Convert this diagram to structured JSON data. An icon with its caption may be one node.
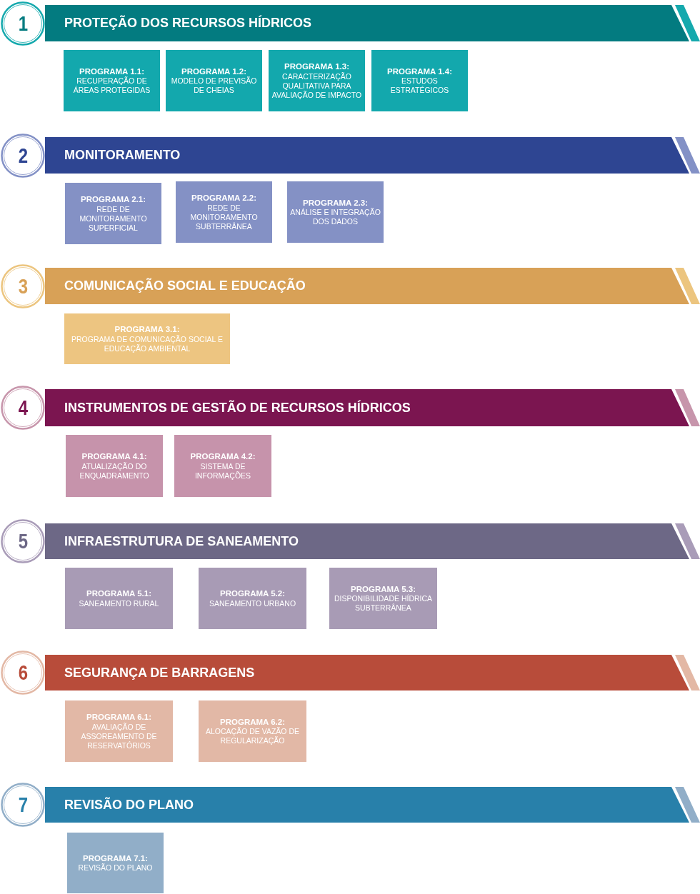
{
  "diagram": {
    "nodes": [
      {
        "text": [
          "1"
        ]
      },
      {
        "text": [
          "PROTEÇÃO DOS RECURSOS HÍDRICOS"
        ]
      },
      {
        "text": [
          "PROGRAMA 1.1:",
          "RECUPERAÇÃO DE ÁREAS PROTEGIDAS"
        ]
      },
      {
        "text": [
          "PROGRAMA 1.2:",
          "MODELO DE PREVISÃO DE CHEIAS"
        ]
      },
      {
        "text": [
          "PROGRAMA 1.3:",
          "CARACTERIZAÇÃO QUALITATIVA PARA AVALIAÇÃO DE IMPACTO"
        ]
      },
      {
        "text": [
          "PROGRAMA 1.4:",
          "ESTUDOS ESTRATÉGICOS"
        ]
      },
      {
        "text": [
          "2"
        ]
      },
      {
        "text": [
          "MONITORAMENTO"
        ]
      },
      {
        "text": [
          "PROGRAMA 2.1:",
          "REDE DE MONITORAMENTO SUPERFICIAL"
        ]
      },
      {
        "text": [
          "PROGRAMA 2.2:",
          "REDE DE MONITORAMENTO SUBTERRÂNEA"
        ]
      },
      {
        "text": [
          "PROGRAMA 2.3:",
          "ANÁLISE E INTEGRAÇÃO DOS DADOS"
        ]
      },
      {
        "text": [
          "3"
        ]
      },
      {
        "text": [
          "COMUNICAÇÃO SOCIAL E EDUCAÇÃO"
        ]
      },
      {
        "text": [
          "PROGRAMA 3.1:",
          "PROGRAMA DE COMUNICAÇÃO SOCIAL E EDUCAÇÃO AMBIENTAL"
        ]
      },
      {
        "text": [
          "4"
        ]
      },
      {
        "text": [
          "INSTRUMENTOS DE GESTÃO DE RECURSOS HÍDRICOS"
        ]
      },
      {
        "text": [
          "PROGRAMA 4.1:",
          "ATUALIZAÇÃO DO ENQUADRAMENTO"
        ]
      },
      {
        "text": [
          "PROGRAMA 4.2:",
          "SISTEMA DE INFORMAÇÕES"
        ]
      },
      {
        "text": [
          "5"
        ]
      },
      {
        "text": [
          "INFRAESTRUTURA DE SANEAMENTO"
        ]
      },
      {
        "text": [
          "PROGRAMA 5.1:",
          "SANEAMENTO RURAL"
        ]
      },
      {
        "text": [
          "PROGRAMA 5.2:",
          "SANEAMENTO URBANO"
        ]
      },
      {
        "text": [
          "PROGRAMA 5.3:",
          "DISPONIBILIDADE HÍDRICA SUBTERRÂNEA"
        ]
      },
      {
        "text": [
          "6"
        ]
      },
      {
        "text": [
          "SEGURANÇA DE BARRAGENS"
        ]
      },
      {
        "text": [
          "PROGRAMA 6.1:",
          "AVALIAÇÃO DE ASSOREAMENTO DE RESERVATÓRIOS"
        ]
      },
      {
        "text": [
          "PROGRAMA 6.2:",
          "ALOCAÇÃO DE VAZÃO DE REGULARIZAÇÃO"
        ]
      },
      {
        "text": [
          "7"
        ]
      },
      {
        "text": [
          "REVISÃO DO PLANO"
        ]
      },
      {
        "text": [
          "PROGRAMA 7.1:",
          "REVISÃO DO PLANO"
        ]
      }
    ]
  }
}
